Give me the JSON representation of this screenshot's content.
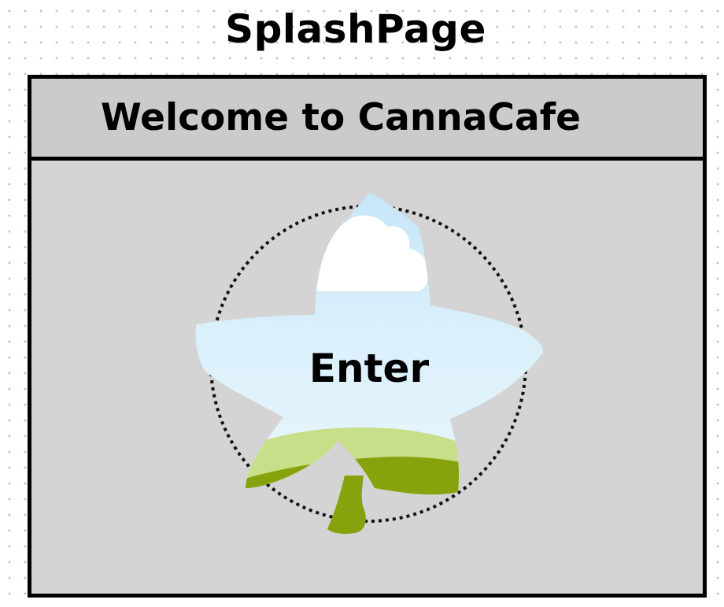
{
  "page": {
    "title": "SplashPage"
  },
  "header": {
    "title": "Welcome to CannaCafe"
  },
  "enter_button": {
    "label": "Enter",
    "icon": "cannabis-leaf-icon"
  },
  "colors": {
    "frame_background": "#d4d4d4",
    "header_background": "#cbcbcb",
    "border": "#000000",
    "sky": "#dcf0fb",
    "cloud": "#ffffff",
    "light_grass": "#c6df88",
    "dark_grass": "#86a30d"
  }
}
